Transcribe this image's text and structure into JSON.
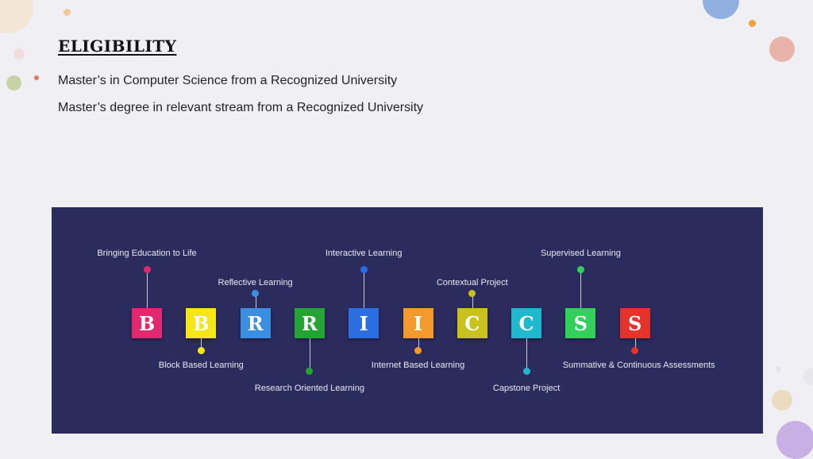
{
  "heading": "ELIGIBILITY",
  "lines": [
    "Master’s in Computer Science from a Recognized University",
    "Master’s degree in relevant stream from a Recognized University"
  ],
  "tiles": [
    {
      "letter": "B",
      "label": "Bringing Education to Life",
      "color": "#e0296f",
      "pin": "#e0296f",
      "pos": "top"
    },
    {
      "letter": "B",
      "label": "Block Based Learning",
      "color": "#f5e617",
      "pin": "#f5e617",
      "pos": "bottom"
    },
    {
      "letter": "R",
      "label": "Reflective Learning",
      "color": "#3a8fe0",
      "pin": "#3a8fe0",
      "pos": "top"
    },
    {
      "letter": "R",
      "label": "Research Oriented Learning",
      "color": "#22a532",
      "pin": "#22a532",
      "pos": "bottom"
    },
    {
      "letter": "I",
      "label": "Interactive Learning",
      "color": "#2a6ee0",
      "pin": "#2a6ee0",
      "pos": "top"
    },
    {
      "letter": "I",
      "label": "Internet Based Learning",
      "color": "#f29a2c",
      "pin": "#f29a2c",
      "pos": "bottom"
    },
    {
      "letter": "C",
      "label": "Contextual Project",
      "color": "#c9c21c",
      "pin": "#c9c21c",
      "pos": "top"
    },
    {
      "letter": "C",
      "label": "Capstone Project",
      "color": "#1fb8cc",
      "pin": "#1fb8cc",
      "pos": "bottom"
    },
    {
      "letter": "S",
      "label": "Supervised Learning",
      "color": "#32d05b",
      "pin": "#32d05b",
      "pos": "top"
    },
    {
      "letter": "S",
      "label": "Summative & Continuous Assessments",
      "color": "#e5322b",
      "pin": "#e5322b",
      "pos": "bottom"
    }
  ]
}
